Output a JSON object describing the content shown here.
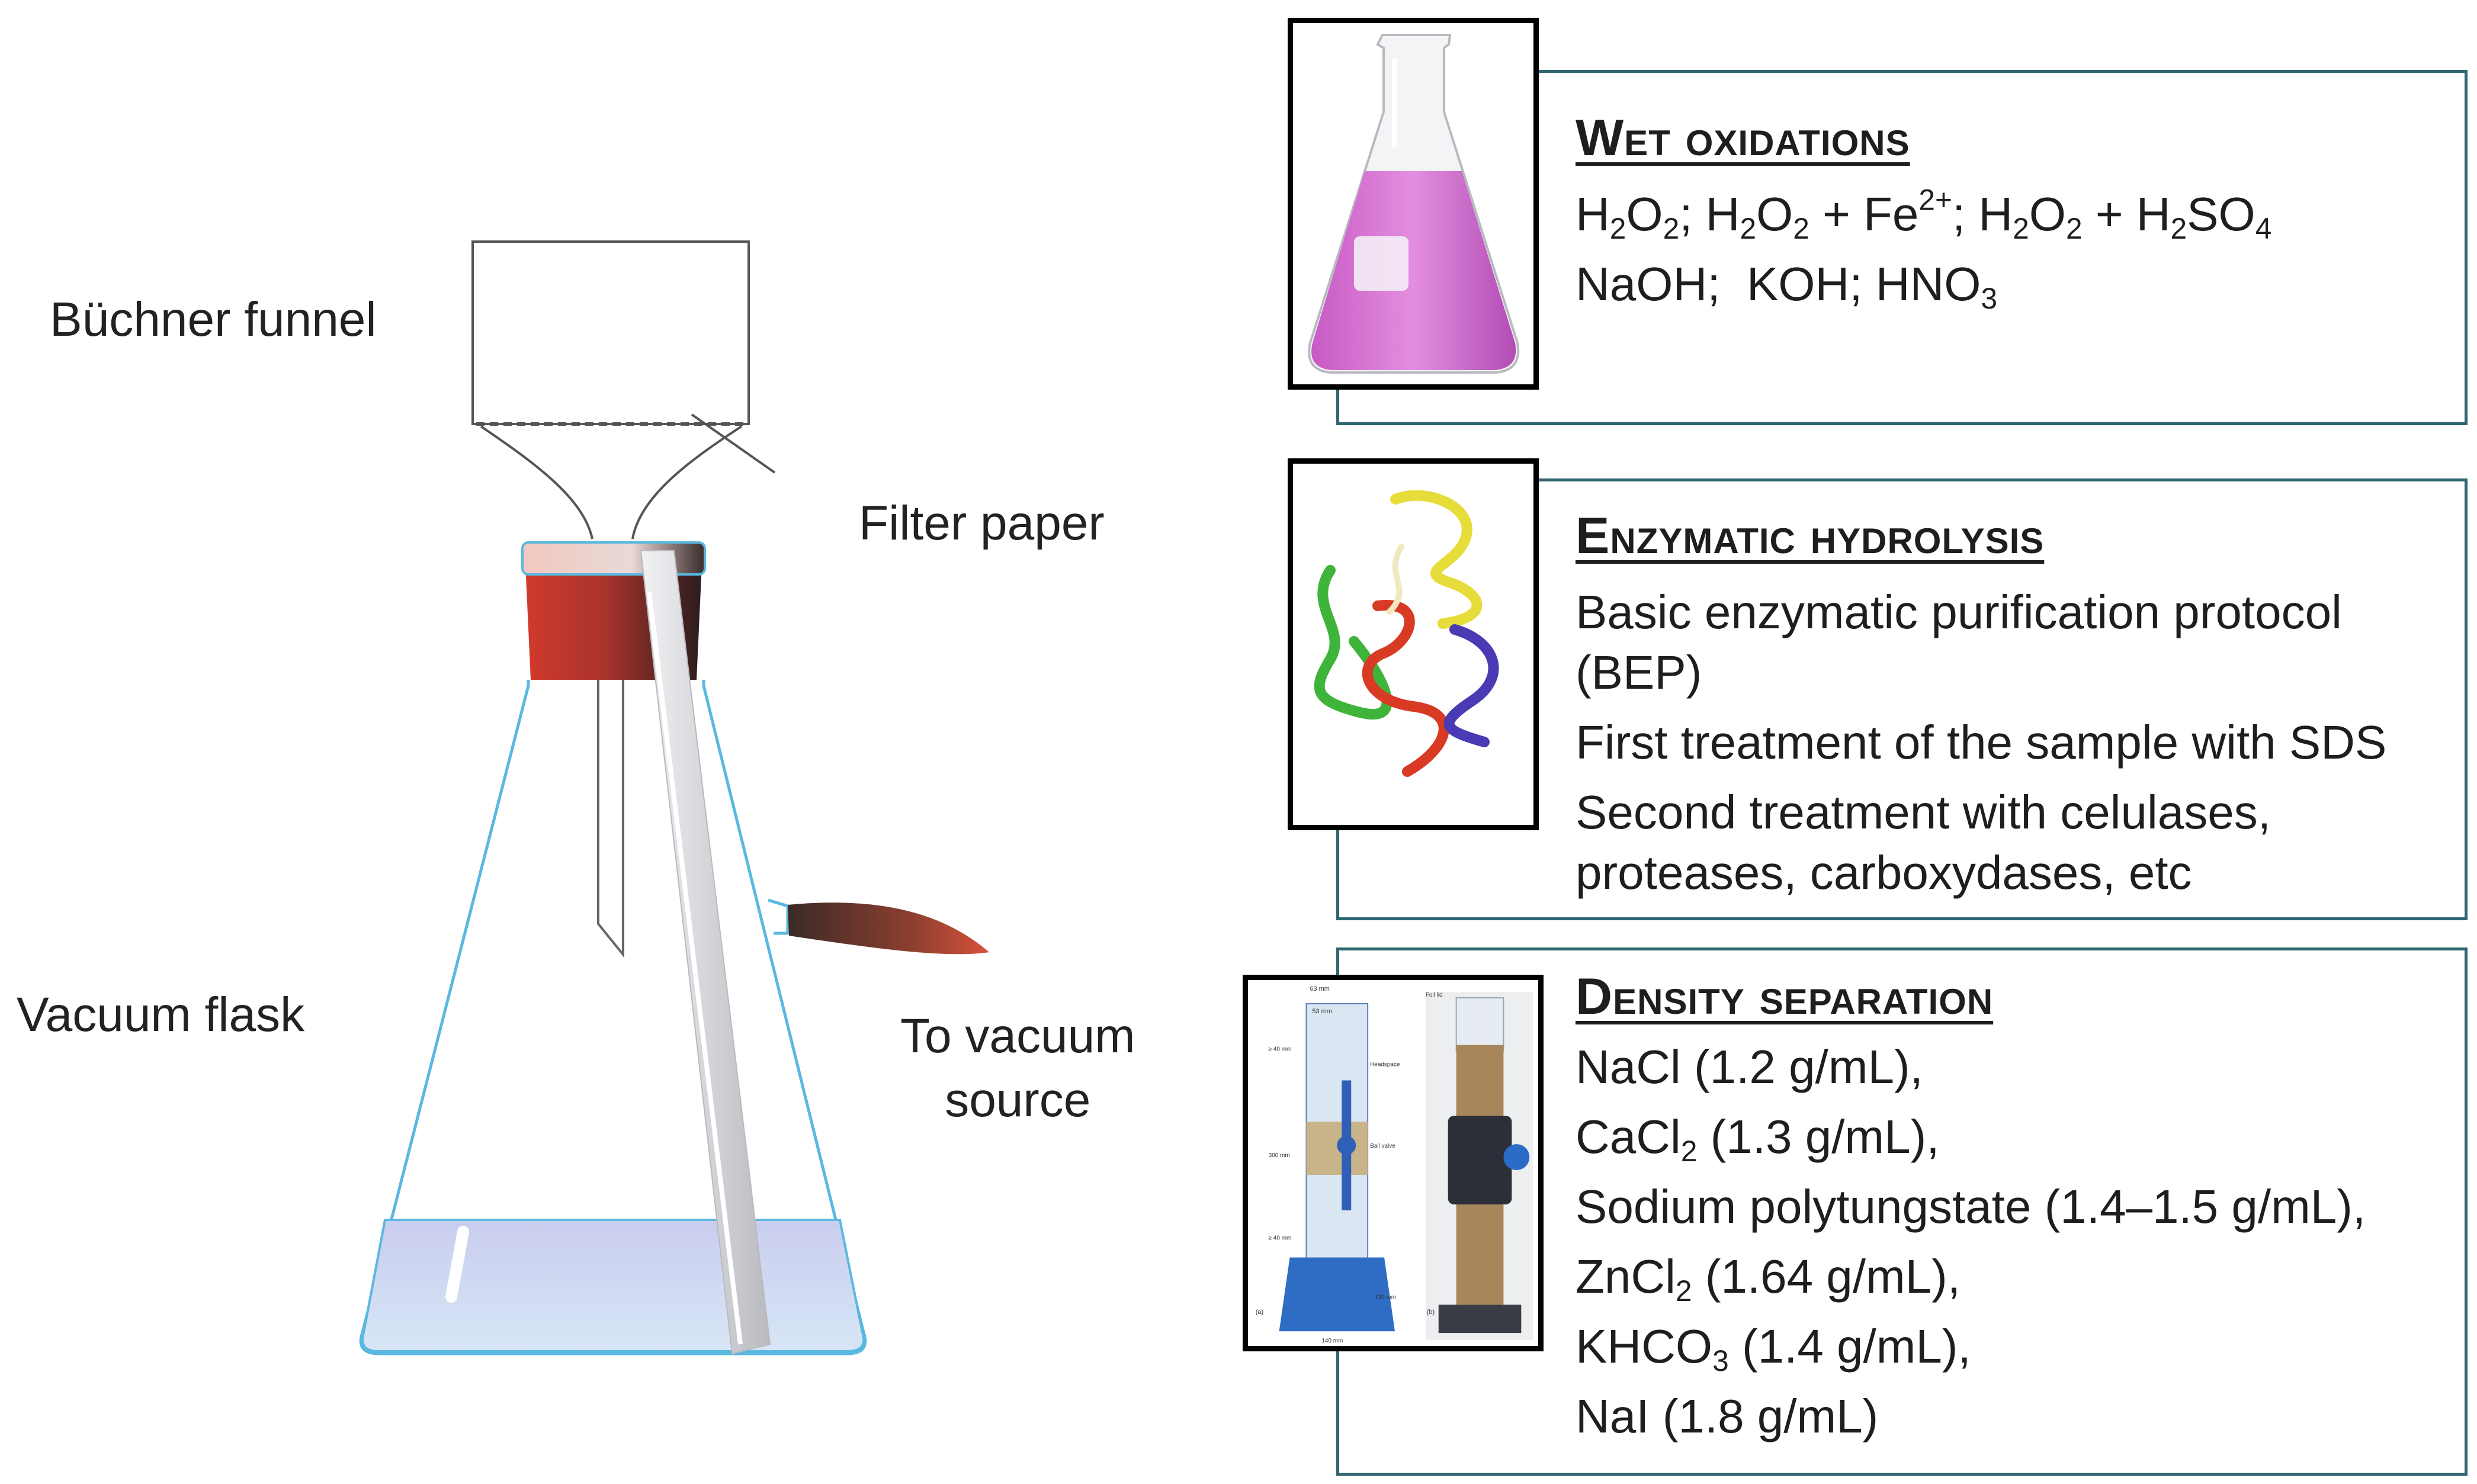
{
  "apparatus": {
    "labels": {
      "funnel": "Büchner funnel",
      "filter_paper": "Filter paper",
      "flask": "Vacuum flask",
      "vacuum_line1": "To vacuum",
      "vacuum_line2": "source"
    }
  },
  "panels": {
    "wet_oxidations": {
      "title": "Wet oxidations",
      "line1_html": "H<sub>2</sub>O<sub>2</sub>; H<sub>2</sub>O<sub>2</sub> + Fe<sup>2+</sup>; H<sub>2</sub>O<sub>2</sub> + H<sub>2</sub>SO<sub>4</sub>",
      "line2_html": "NaOH;&nbsp; KOH; HNO<sub>3</sub>"
    },
    "enzymatic_hydrolysis": {
      "title": "Enzymatic hydrolysis",
      "item1_a": "Basic enzymatic purification protocol",
      "item1_b": "(BEP)",
      "item2": "First treatment of the sample with SDS",
      "item3_a": "Second treatment with celulases,",
      "item3_b": "proteases, carboxydases, etc"
    },
    "density_separation": {
      "title": "Density separation",
      "items_html": [
        "NaCl (1.2 g/mL),",
        "CaCl<sub>2</sub> (1.3 g/mL),",
        "Sodium polytungstate (1.4–1.5 g/mL),",
        "ZnCl<sub>2</sub> (1.64 g/mL),",
        "KHCO<sub>3</sub> (1.4 g/mL),",
        "NaI (1.8 g/mL)"
      ],
      "thumb_labels": {
        "w_top": "63 mm",
        "w_inner": "53 mm",
        "h1": "≥ 40 mm",
        "h2": "300 mm",
        "h3": "≥ 40 mm",
        "headspace": "Headspace",
        "ball_valve": "Ball valve",
        "foil_lid": "Foil lid",
        "base_h": "130 mm",
        "base_w": "140 mm",
        "a": "(a)",
        "b": "(b)"
      }
    }
  },
  "colors": {
    "panel_border": "#2f6672",
    "liquid": "#c8d3f0",
    "flask_outline": "#5ab8e0",
    "stopper_red": "#c8322a",
    "tube_brown": "#6b3b2a"
  }
}
